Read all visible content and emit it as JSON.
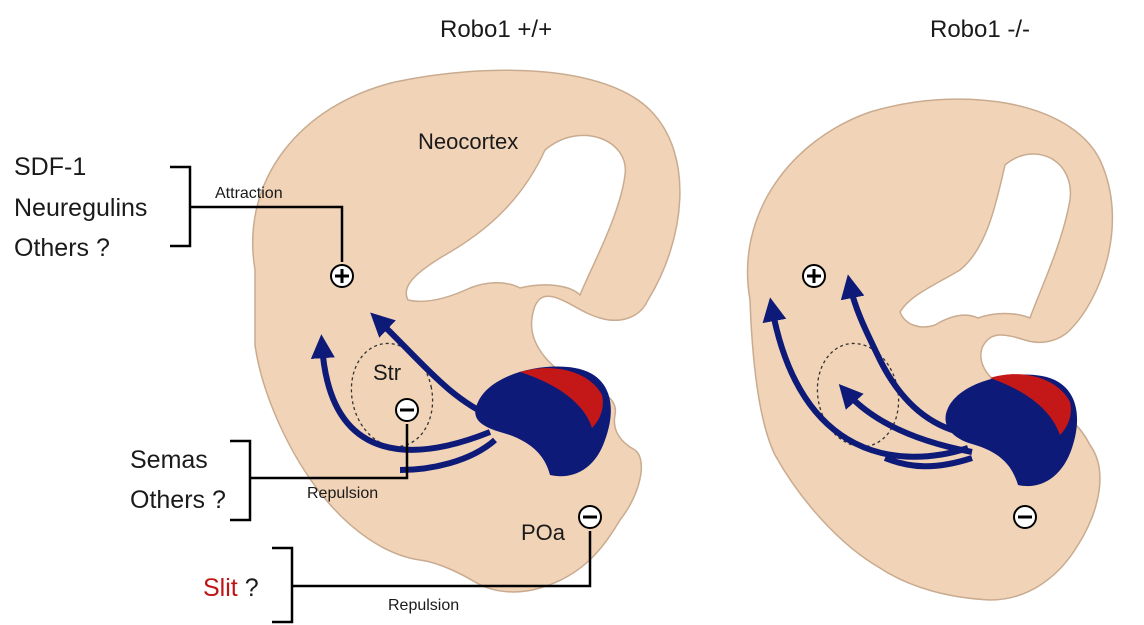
{
  "panels": {
    "left_title": "Robo1 +/+",
    "right_title": "Robo1 -/-"
  },
  "regions": {
    "neocortex": "Neocortex",
    "striatum": "Str",
    "preoptic_area": "POa"
  },
  "cues": {
    "attractants": [
      "SDF-1",
      "Neuregulins",
      "Others ?"
    ],
    "attraction_label": "Attraction",
    "striatal_repellents": [
      "Semas",
      "Others ?"
    ],
    "striatal_repulsion_label": "Repulsion",
    "slit_label": "Slit",
    "slit_question": "?",
    "poa_repulsion_label": "Repulsion"
  },
  "symbols": {
    "plus": "+",
    "minus": "−"
  },
  "colors": {
    "tissue": "#f1d3b8",
    "migration_arrow": "#0d1a78",
    "ge_blue": "#0d1a78",
    "ge_red": "#c41818",
    "slit_text": "#c01414"
  }
}
